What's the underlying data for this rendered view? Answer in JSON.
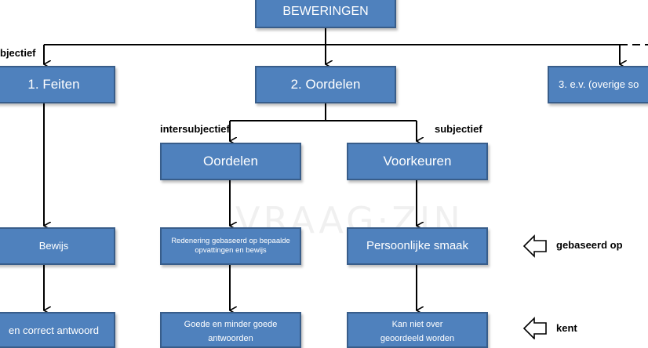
{
  "boxes": {
    "root": "BEWERINGEN",
    "feiten": "1. Feiten",
    "oordelen_top": "2. Oordelen",
    "overige": "3. e.v. (overige so",
    "oordelen_sub": "Oordelen",
    "voorkeuren": "Voorkeuren",
    "bewijs": "Bewijs",
    "redenering": "Redenering gebaseerd op bepaalde opvattingen en bewijs",
    "smaak": "Persoonlijke smaak",
    "correct": "en correct antwoord",
    "goede": "Goede en minder goede antwoorden",
    "kan_niet": "Kan niet over geoordeeld worden"
  },
  "labels": {
    "subjectief_left": "bjectief",
    "intersubjectief": "intersubjectief",
    "subjectief_right": "subjectief",
    "gebaseerd_op": "gebaseerd op",
    "kent": "kent"
  },
  "watermark": "VRAAG·ZIN",
  "colors": {
    "box_fill": "#4f81bd",
    "box_border": "#385d8a",
    "box_text": "#ffffff"
  }
}
